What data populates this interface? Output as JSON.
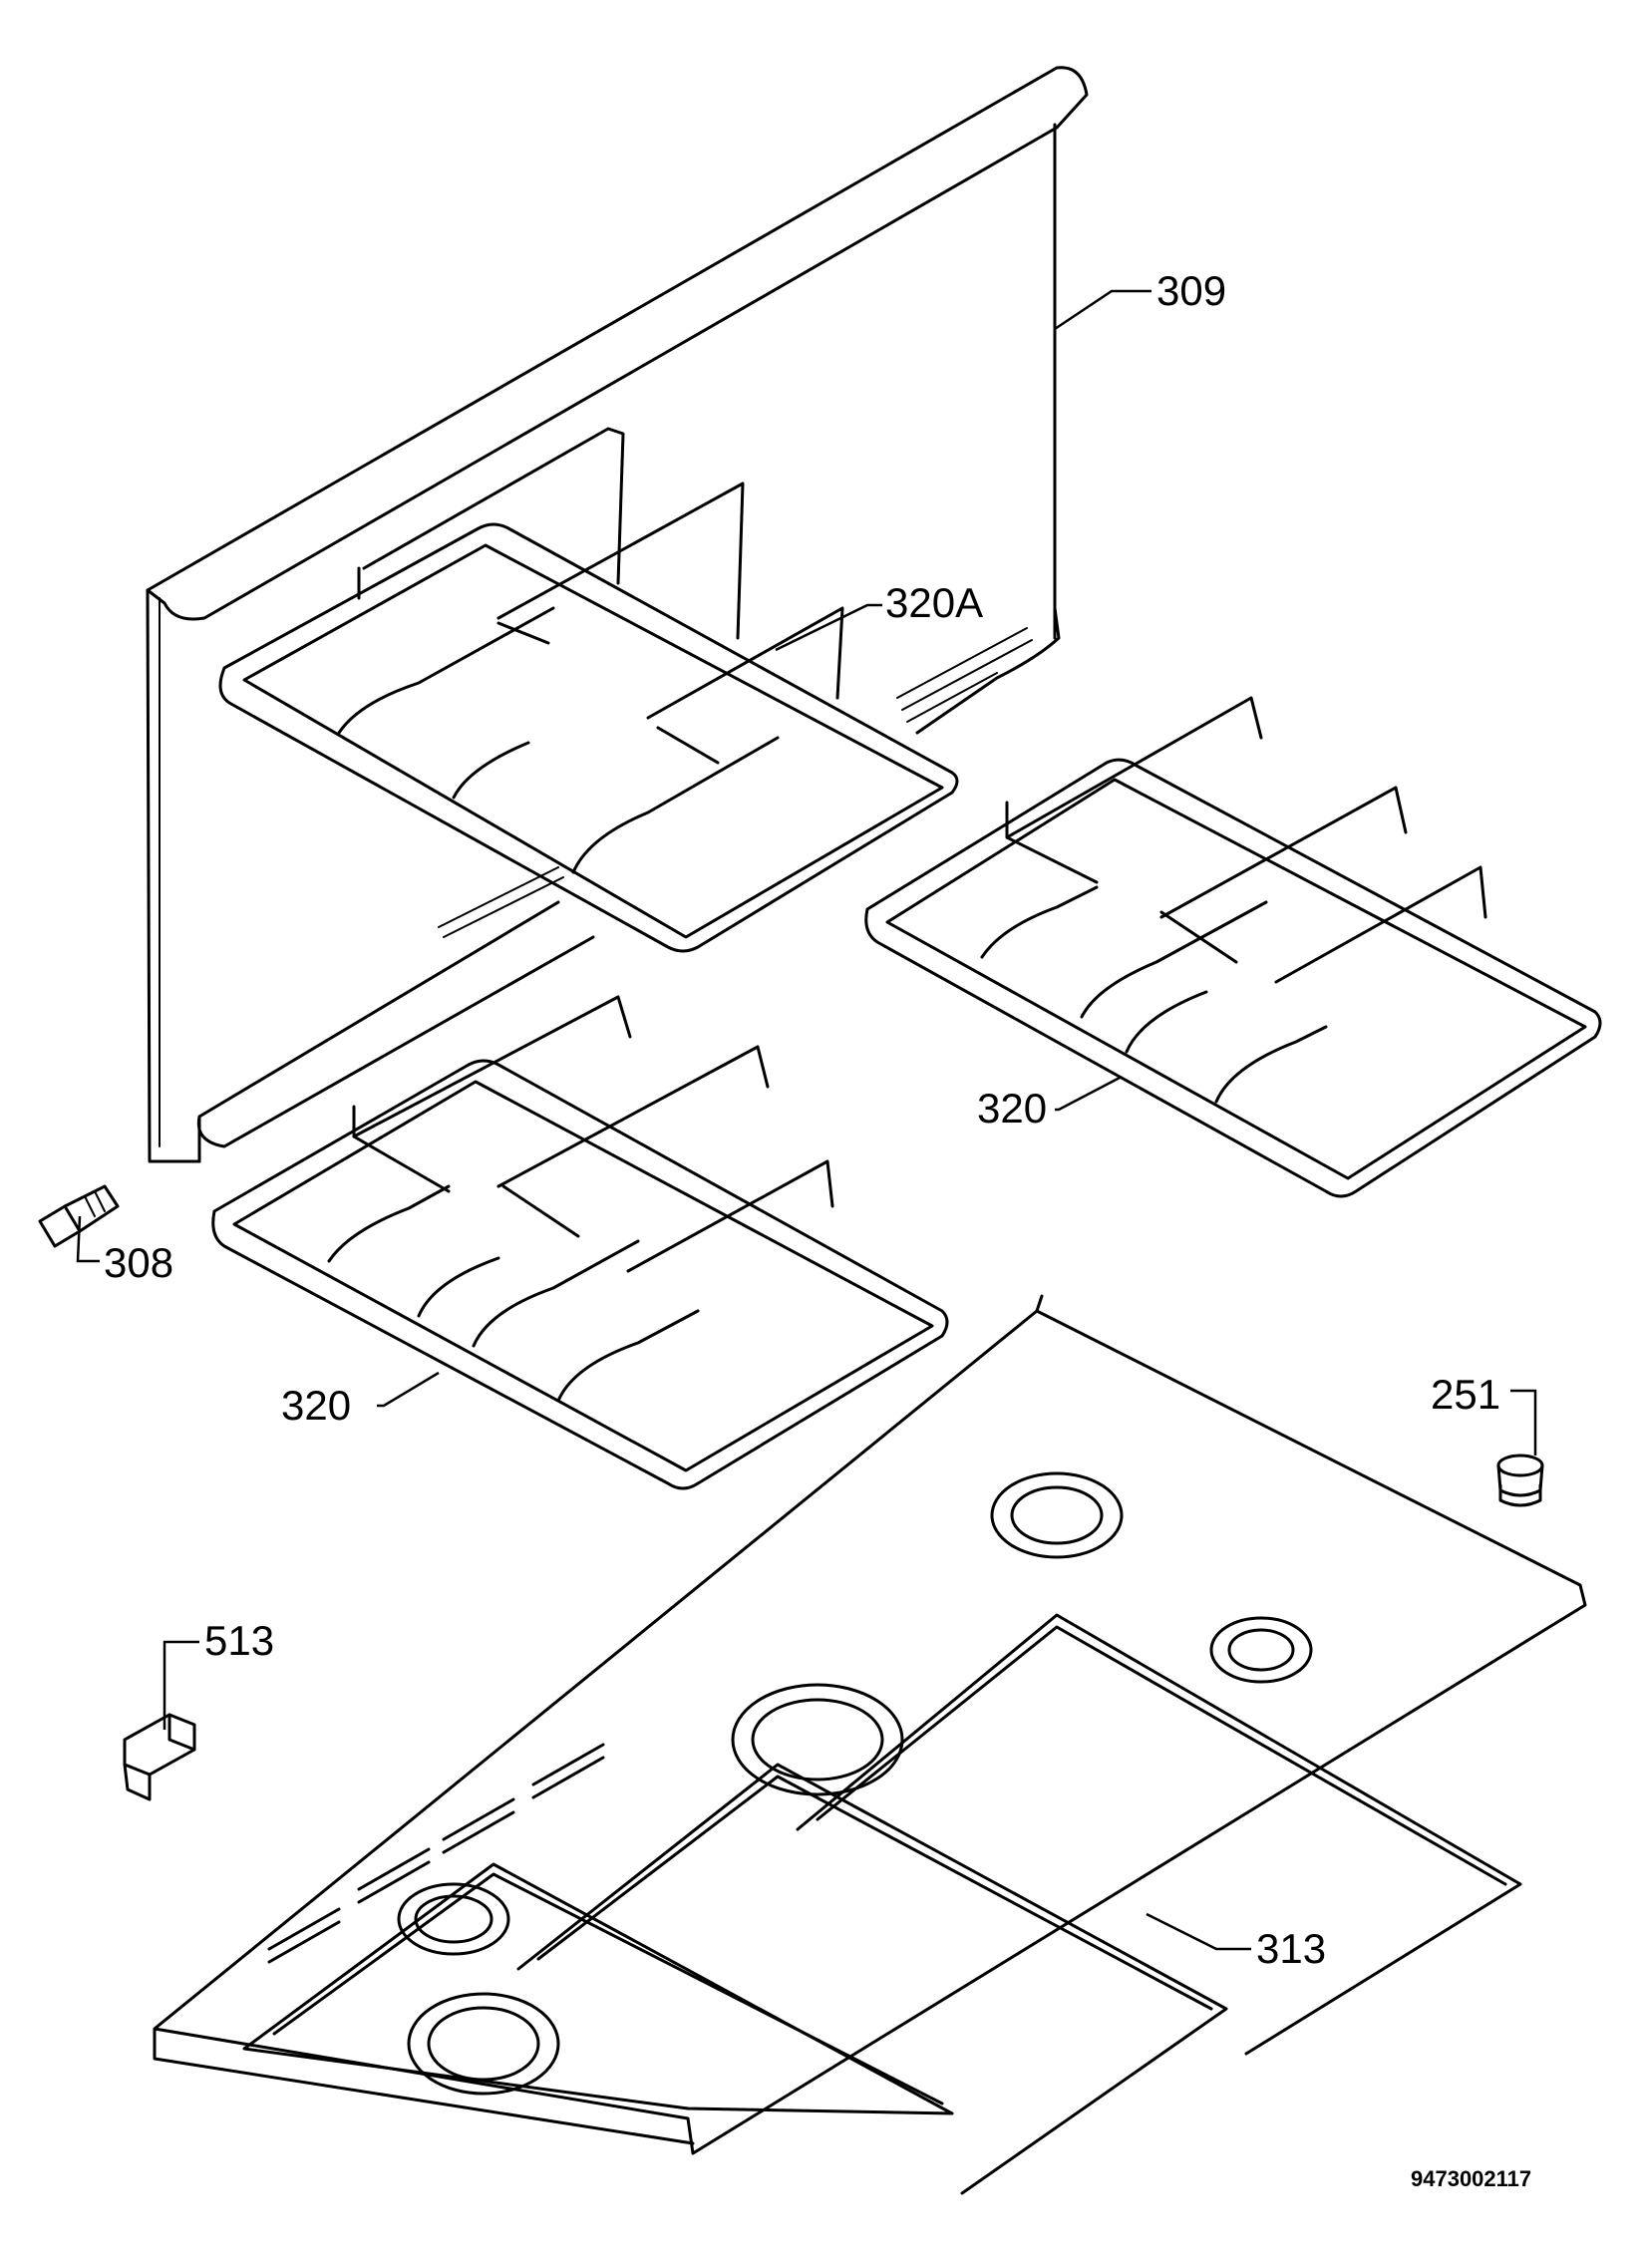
{
  "labels": {
    "p309": "309",
    "p320a": "320A",
    "p320_right": "320",
    "p320_left": "320",
    "p308": "308",
    "p251": "251",
    "p513": "513",
    "p313": "313"
  },
  "document_number": "9473002117"
}
